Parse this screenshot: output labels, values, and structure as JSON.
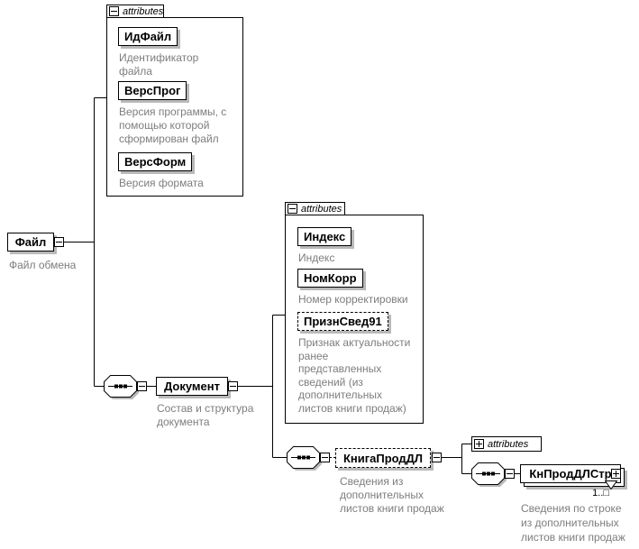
{
  "file_group": {
    "label": "attributes",
    "attrs": [
      {
        "name": "ИдФайл",
        "annotation": "Идентификатор\nфайла"
      },
      {
        "name": "ВерсПрог",
        "annotation": "Версия программы, с\nпомощью которой\nсформирован файл"
      },
      {
        "name": "ВерсФорм",
        "annotation": "Версия формата"
      }
    ]
  },
  "root_element": {
    "name": "Файл",
    "annotation": "Файл обмена"
  },
  "document_element": {
    "name": "Документ",
    "annotation": "Состав и структура\nдокумента"
  },
  "document_group": {
    "label": "attributes",
    "attrs": [
      {
        "name": "Индекс",
        "annotation": "Индекс"
      },
      {
        "name": "НомКорр",
        "annotation": "Номер корректировки"
      },
      {
        "name": "ПризнСвед91",
        "annotation": "Признак актуальности\nранее\nпредставленных\nсведений (из\nдополнительных\nлистов книги продаж)"
      }
    ]
  },
  "kniga_element": {
    "name": "КнигаПродДЛ",
    "annotation": "Сведения из\nдополнительных\nлистов книги продаж",
    "attributes_label": "attributes"
  },
  "knstr_element": {
    "name": "КнПродДЛСтр",
    "occurrence": "1..□",
    "annotation": "Сведения по строке\nиз дополнительных\nлистов книги продаж"
  }
}
